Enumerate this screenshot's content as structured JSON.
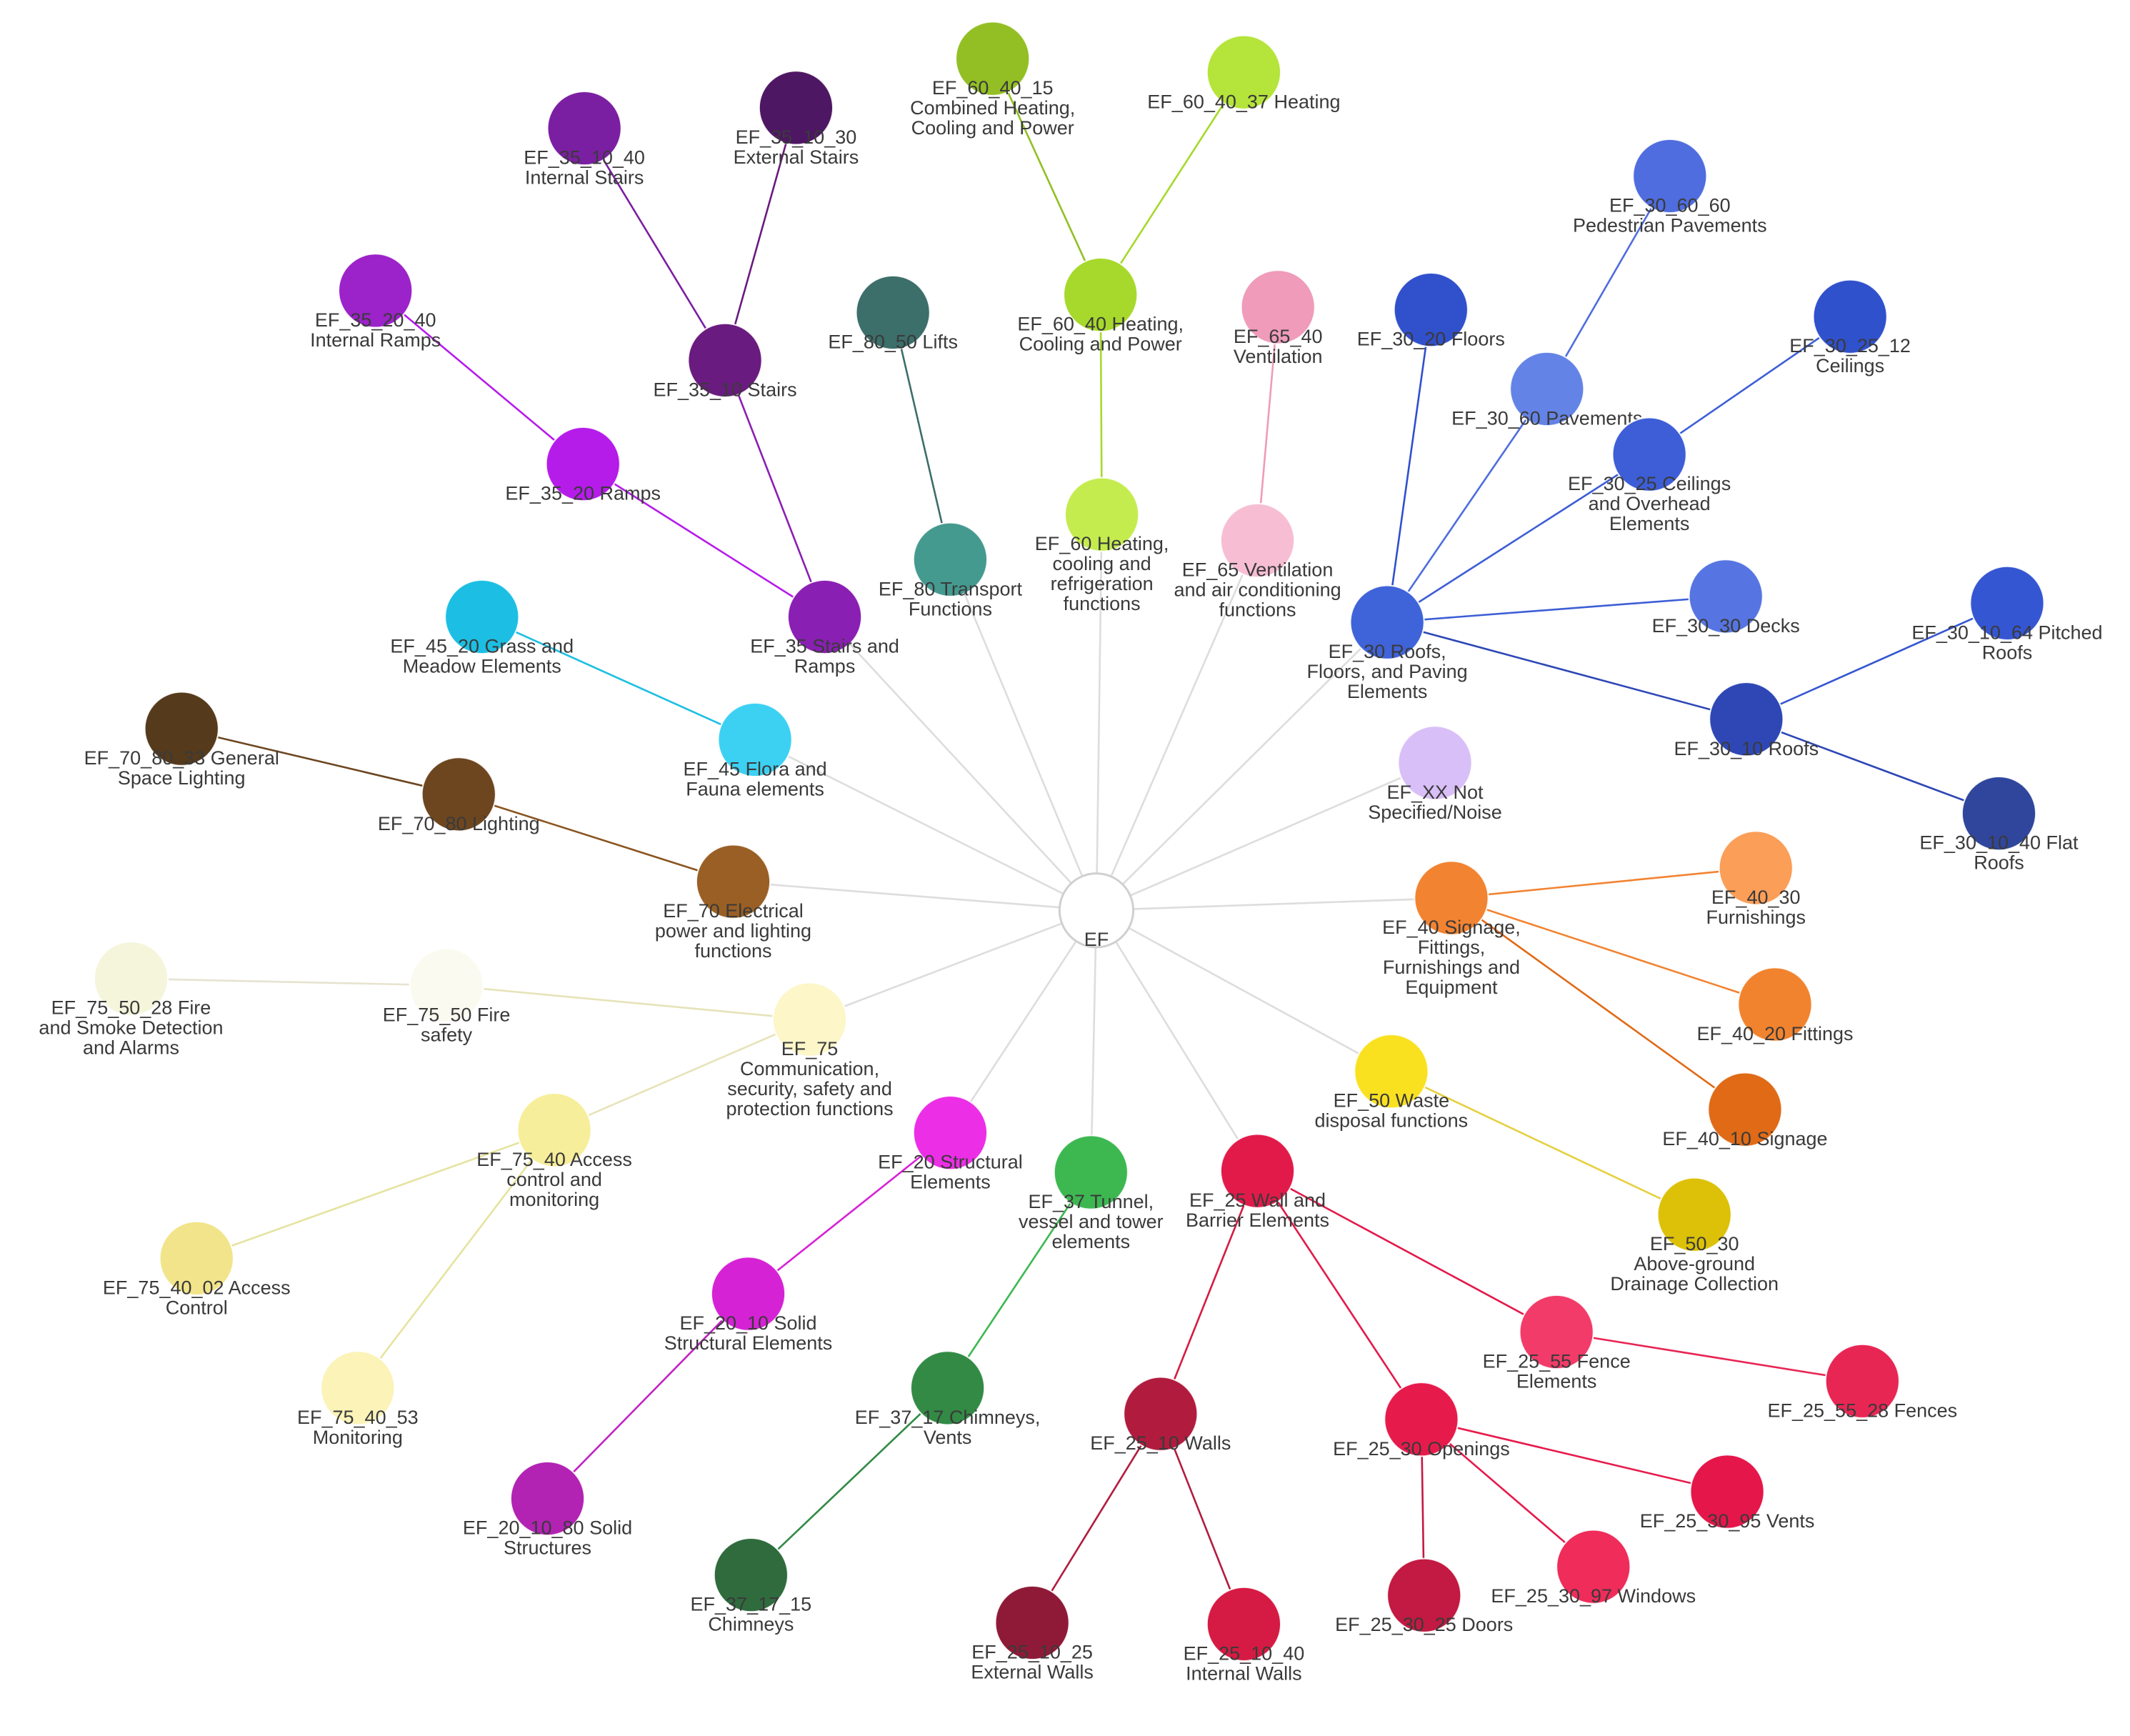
{
  "nodes": [
    {
      "id": "EF",
      "label": [
        "EF"
      ],
      "color": "#ffffff",
      "stroke": "#d0d0d0"
    },
    {
      "id": "EF_60_40_15",
      "label": [
        "EF_60_40_15",
        "Combined Heating,",
        "Cooling and Power"
      ],
      "color": "#93bf24"
    },
    {
      "id": "EF_60_40_37",
      "label": [
        "EF_60_40_37 Heating"
      ],
      "color": "#b5e43a"
    },
    {
      "id": "EF_60_40",
      "label": [
        "EF_60_40 Heating,",
        "Cooling and Power"
      ],
      "color": "#a6d92b"
    },
    {
      "id": "EF_60",
      "label": [
        "EF_60 Heating,",
        "cooling and",
        "refrigeration",
        "functions"
      ],
      "color": "#c4ec4f"
    },
    {
      "id": "EF_35_10_40",
      "label": [
        "EF_35_10_40",
        "Internal Stairs"
      ],
      "color": "#7b1fa2"
    },
    {
      "id": "EF_35_10_30",
      "label": [
        "EF_35_10_30",
        "External Stairs"
      ],
      "color": "#4e1763"
    },
    {
      "id": "EF_35_10",
      "label": [
        "EF_35_10 Stairs"
      ],
      "color": "#6a1b7f"
    },
    {
      "id": "EF_35_20_40",
      "label": [
        "EF_35_20_40",
        "Internal Ramps"
      ],
      "color": "#9c22c9"
    },
    {
      "id": "EF_35_20",
      "label": [
        "EF_35_20 Ramps"
      ],
      "color": "#b51cea"
    },
    {
      "id": "EF_35",
      "label": [
        "EF_35 Stairs and",
        "Ramps"
      ],
      "color": "#8a1fb3"
    },
    {
      "id": "EF_80_50",
      "label": [
        "EF_80_50 Lifts"
      ],
      "color": "#3c6e6a"
    },
    {
      "id": "EF_80",
      "label": [
        "EF_80 Transport",
        "Functions"
      ],
      "color": "#459a8f"
    },
    {
      "id": "EF_65_40",
      "label": [
        "EF_65_40",
        "Ventilation"
      ],
      "color": "#ef9bb9"
    },
    {
      "id": "EF_65",
      "label": [
        "EF_65 Ventilation",
        "and air conditioning",
        "functions"
      ],
      "color": "#f7bed3"
    },
    {
      "id": "EF_30_60_60",
      "label": [
        "EF_30_60_60",
        "Pedestrian Pavements"
      ],
      "color": "#4f6ddf"
    },
    {
      "id": "EF_30_20",
      "label": [
        "EF_30_20 Floors"
      ],
      "color": "#3050cc"
    },
    {
      "id": "EF_30_25_12",
      "label": [
        "EF_30_25_12",
        "Ceilings"
      ],
      "color": "#3051cc"
    },
    {
      "id": "EF_30_60",
      "label": [
        "EF_30_60 Pavements"
      ],
      "color": "#6483e6"
    },
    {
      "id": "EF_30_25",
      "label": [
        "EF_30_25 Ceilings",
        "and Overhead",
        "Elements"
      ],
      "color": "#3d5ed6"
    },
    {
      "id": "EF_30_30",
      "label": [
        "EF_30_30 Decks"
      ],
      "color": "#5675e2"
    },
    {
      "id": "EF_30",
      "label": [
        "EF_30 Roofs,",
        "Floors, and Paving",
        "Elements"
      ],
      "color": "#3f63d8"
    },
    {
      "id": "EF_30_10_64",
      "label": [
        "EF_30_10_64 Pitched",
        "Roofs"
      ],
      "color": "#3556d2"
    },
    {
      "id": "EF_30_10",
      "label": [
        "EF_30_10 Roofs"
      ],
      "color": "#2e47b5"
    },
    {
      "id": "EF_30_10_40",
      "label": [
        "EF_30_10_40 Flat",
        "Roofs"
      ],
      "color": "#30469c"
    },
    {
      "id": "EF_XX",
      "label": [
        "EF_XX Not",
        "Specified/Noise"
      ],
      "color": "#d9bff7"
    },
    {
      "id": "EF_45_20",
      "label": [
        "EF_45_20 Grass and",
        "Meadow Elements"
      ],
      "color": "#1cbfe3"
    },
    {
      "id": "EF_45",
      "label": [
        "EF_45 Flora and",
        "Fauna elements"
      ],
      "color": "#3cd1f3"
    },
    {
      "id": "EF_70_80_33",
      "label": [
        "EF_70_80_33 General",
        "Space Lighting"
      ],
      "color": "#553a1c"
    },
    {
      "id": "EF_70_80",
      "label": [
        "EF_70_80 Lighting"
      ],
      "color": "#6d4620"
    },
    {
      "id": "EF_70",
      "label": [
        "EF_70 Electrical",
        "power and lighting",
        "functions"
      ],
      "color": "#9a5f24"
    },
    {
      "id": "EF_75_50_28",
      "label": [
        "EF_75_50_28 Fire",
        "and Smoke Detection",
        "and Alarms"
      ],
      "color": "#f5f5dc"
    },
    {
      "id": "EF_75_50",
      "label": [
        "EF_75_50 Fire",
        "safety"
      ],
      "color": "#fbfaf0"
    },
    {
      "id": "EF_75",
      "label": [
        "EF_75",
        "Communication,",
        "security, safety and",
        "protection functions"
      ],
      "color": "#fcf6c9"
    },
    {
      "id": "EF_75_40",
      "label": [
        "EF_75_40 Access",
        "control and",
        "monitoring"
      ],
      "color": "#f7ee9b"
    },
    {
      "id": "EF_75_40_02",
      "label": [
        "EF_75_40_02 Access",
        "Control"
      ],
      "color": "#f2e48a"
    },
    {
      "id": "EF_75_40_53",
      "label": [
        "EF_75_40_53",
        "Monitoring"
      ],
      "color": "#fbf3b8"
    },
    {
      "id": "EF_40",
      "label": [
        "EF_40 Signage,",
        "Fittings,",
        "Furnishings and",
        "Equipment"
      ],
      "color": "#f28331"
    },
    {
      "id": "EF_40_30",
      "label": [
        "EF_40_30",
        "Furnishings"
      ],
      "color": "#fb9e57"
    },
    {
      "id": "EF_40_20",
      "label": [
        "EF_40_20 Fittings"
      ],
      "color": "#f2832e"
    },
    {
      "id": "EF_40_10",
      "label": [
        "EF_40_10 Signage"
      ],
      "color": "#e06a16"
    },
    {
      "id": "EF_50",
      "label": [
        "EF_50 Waste",
        "disposal functions"
      ],
      "color": "#fae120"
    },
    {
      "id": "EF_50_30",
      "label": [
        "EF_50_30",
        "Above-ground",
        "Drainage Collection"
      ],
      "color": "#dcc108"
    },
    {
      "id": "EF_20",
      "label": [
        "EF_20 Structural",
        "Elements"
      ],
      "color": "#ec2ee6"
    },
    {
      "id": "EF_20_10",
      "label": [
        "EF_20_10 Solid",
        "Structural Elements"
      ],
      "color": "#d622d5"
    },
    {
      "id": "EF_20_10_80",
      "label": [
        "EF_20_10_80 Solid",
        "Structures"
      ],
      "color": "#b222b3"
    },
    {
      "id": "EF_37",
      "label": [
        "EF_37 Tunnel,",
        "vessel and tower",
        "elements"
      ],
      "color": "#3db851"
    },
    {
      "id": "EF_37_17",
      "label": [
        "EF_37_17 Chimneys,",
        "Vents"
      ],
      "color": "#328a45"
    },
    {
      "id": "EF_37_17_15",
      "label": [
        "EF_37_17_15",
        "Chimneys"
      ],
      "color": "#2f6b3d"
    },
    {
      "id": "EF_25",
      "label": [
        "EF_25 Wall and",
        "Barrier Elements"
      ],
      "color": "#e21a4a"
    },
    {
      "id": "EF_25_10",
      "label": [
        "EF_25_10 Walls"
      ],
      "color": "#b11c3e"
    },
    {
      "id": "EF_25_10_25",
      "label": [
        "EF_25_10_25",
        "External Walls"
      ],
      "color": "#8f1a37"
    },
    {
      "id": "EF_25_10_40",
      "label": [
        "EF_25_10_40",
        "Internal Walls"
      ],
      "color": "#d51b43"
    },
    {
      "id": "EF_25_30",
      "label": [
        "EF_25_30 Openings"
      ],
      "color": "#e61b4c"
    },
    {
      "id": "EF_25_30_25",
      "label": [
        "EF_25_30_25 Doors"
      ],
      "color": "#c21a42"
    },
    {
      "id": "EF_25_30_97",
      "label": [
        "EF_25_30_97 Windows"
      ],
      "color": "#ef2c5a"
    },
    {
      "id": "EF_25_30_95",
      "label": [
        "EF_25_30_95 Vents"
      ],
      "color": "#e4164a"
    },
    {
      "id": "EF_25_55",
      "label": [
        "EF_25_55 Fence",
        "Elements"
      ],
      "color": "#f23b68"
    },
    {
      "id": "EF_25_55_28",
      "label": [
        "EF_25_55_28 Fences"
      ],
      "color": "#e82654"
    }
  ],
  "edges": [
    {
      "from": "EF",
      "to": "EF_35",
      "color": "#dddddd"
    },
    {
      "from": "EF",
      "to": "EF_80",
      "color": "#dddddd"
    },
    {
      "from": "EF",
      "to": "EF_60",
      "color": "#dddddd"
    },
    {
      "from": "EF",
      "to": "EF_65",
      "color": "#dddddd"
    },
    {
      "from": "EF",
      "to": "EF_30",
      "color": "#dddddd"
    },
    {
      "from": "EF",
      "to": "EF_XX",
      "color": "#dddddd"
    },
    {
      "from": "EF",
      "to": "EF_40",
      "color": "#dddddd"
    },
    {
      "from": "EF",
      "to": "EF_50",
      "color": "#dddddd"
    },
    {
      "from": "EF",
      "to": "EF_25",
      "color": "#dddddd"
    },
    {
      "from": "EF",
      "to": "EF_37",
      "color": "#dddddd"
    },
    {
      "from": "EF",
      "to": "EF_20",
      "color": "#dddddd"
    },
    {
      "from": "EF",
      "to": "EF_75",
      "color": "#dddddd"
    },
    {
      "from": "EF",
      "to": "EF_70",
      "color": "#dddddd"
    },
    {
      "from": "EF",
      "to": "EF_45",
      "color": "#dddddd"
    },
    {
      "from": "EF_60",
      "to": "EF_60_40",
      "color": "#a6d92b"
    },
    {
      "from": "EF_60_40",
      "to": "EF_60_40_15",
      "color": "#93bf24"
    },
    {
      "from": "EF_60_40",
      "to": "EF_60_40_37",
      "color": "#a6d92b"
    },
    {
      "from": "EF_35",
      "to": "EF_35_10",
      "color": "#8a1fb3"
    },
    {
      "from": "EF_35",
      "to": "EF_35_20",
      "color": "#b51cea"
    },
    {
      "from": "EF_35_10",
      "to": "EF_35_10_40",
      "color": "#7b1fa2"
    },
    {
      "from": "EF_35_10",
      "to": "EF_35_10_30",
      "color": "#6a1b7f"
    },
    {
      "from": "EF_35_20",
      "to": "EF_35_20_40",
      "color": "#b51cea"
    },
    {
      "from": "EF_80",
      "to": "EF_80_50",
      "color": "#3c6e6a"
    },
    {
      "from": "EF_65",
      "to": "EF_65_40",
      "color": "#ef9bb9"
    },
    {
      "from": "EF_30",
      "to": "EF_30_20",
      "color": "#3050cc"
    },
    {
      "from": "EF_30",
      "to": "EF_30_60",
      "color": "#4f6ddf"
    },
    {
      "from": "EF_30",
      "to": "EF_30_25",
      "color": "#3d5ed6"
    },
    {
      "from": "EF_30",
      "to": "EF_30_30",
      "color": "#3d5ed6"
    },
    {
      "from": "EF_30",
      "to": "EF_30_10",
      "color": "#2e47b5"
    },
    {
      "from": "EF_30_60",
      "to": "EF_30_60_60",
      "color": "#4f6ddf"
    },
    {
      "from": "EF_30_25",
      "to": "EF_30_25_12",
      "color": "#3d5ed6"
    },
    {
      "from": "EF_30_10",
      "to": "EF_30_10_64",
      "color": "#3556d2"
    },
    {
      "from": "EF_30_10",
      "to": "EF_30_10_40",
      "color": "#2e47b5"
    },
    {
      "from": "EF_45",
      "to": "EF_45_20",
      "color": "#1cbfe3"
    },
    {
      "from": "EF_70",
      "to": "EF_70_80",
      "color": "#8a5520"
    },
    {
      "from": "EF_70_80",
      "to": "EF_70_80_33",
      "color": "#6d4620"
    },
    {
      "from": "EF_75",
      "to": "EF_75_50",
      "color": "#e6e3b8"
    },
    {
      "from": "EF_75_50",
      "to": "EF_75_50_28",
      "color": "#e6e3cf"
    },
    {
      "from": "EF_75",
      "to": "EF_75_40",
      "color": "#e6e3b8"
    },
    {
      "from": "EF_75_40",
      "to": "EF_75_40_02",
      "color": "#e6e3a0"
    },
    {
      "from": "EF_75_40",
      "to": "EF_75_40_53",
      "color": "#e6e3a0"
    },
    {
      "from": "EF_40",
      "to": "EF_40_30",
      "color": "#f28331"
    },
    {
      "from": "EF_40",
      "to": "EF_40_20",
      "color": "#f28331"
    },
    {
      "from": "EF_40",
      "to": "EF_40_10",
      "color": "#e06a16"
    },
    {
      "from": "EF_50",
      "to": "EF_50_30",
      "color": "#e6d040"
    },
    {
      "from": "EF_20",
      "to": "EF_20_10",
      "color": "#d622d5"
    },
    {
      "from": "EF_20_10",
      "to": "EF_20_10_80",
      "color": "#c022c3"
    },
    {
      "from": "EF_37",
      "to": "EF_37_17",
      "color": "#3db851"
    },
    {
      "from": "EF_37_17",
      "to": "EF_37_17_15",
      "color": "#328a45"
    },
    {
      "from": "EF_25",
      "to": "EF_25_10",
      "color": "#d51b43"
    },
    {
      "from": "EF_25",
      "to": "EF_25_30",
      "color": "#e21a4a"
    },
    {
      "from": "EF_25",
      "to": "EF_25_55",
      "color": "#e21a4a"
    },
    {
      "from": "EF_25_10",
      "to": "EF_25_10_25",
      "color": "#b11c3e"
    },
    {
      "from": "EF_25_10",
      "to": "EF_25_10_40",
      "color": "#b11c3e"
    },
    {
      "from": "EF_25_30",
      "to": "EF_25_30_25",
      "color": "#c21a42"
    },
    {
      "from": "EF_25_30",
      "to": "EF_25_30_97",
      "color": "#e61b4c"
    },
    {
      "from": "EF_25_30",
      "to": "EF_25_30_95",
      "color": "#e61b4c"
    },
    {
      "from": "EF_25_55",
      "to": "EF_25_55_28",
      "color": "#e82654"
    }
  ]
}
